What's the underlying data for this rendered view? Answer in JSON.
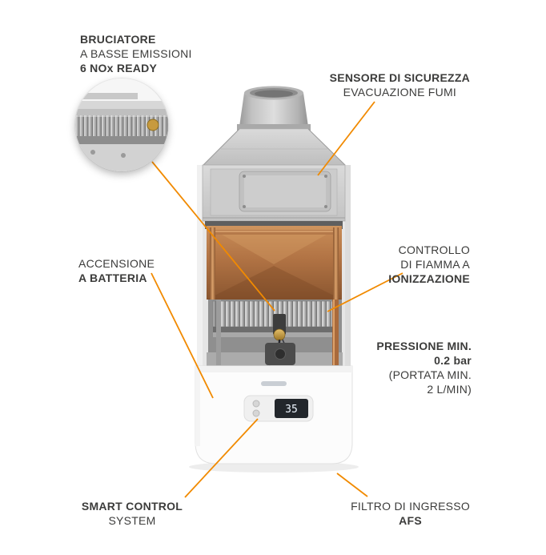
{
  "colors": {
    "accent_line": "#F18A00",
    "label_text": "#3C3C3B",
    "copper": "#B07344",
    "display_bg": "#22262B",
    "display_text": "#EEF6FF",
    "background": "#FFFFFF"
  },
  "callouts": {
    "bruciatore": {
      "line1": "BRUCIATORE",
      "line2": "A BASSE EMISSIONI",
      "line3": "6 NOx READY"
    },
    "sensore_sicurezza": {
      "line1": "SENSORE DI SICUREZZA",
      "line2": "EVACUAZIONE FUMI"
    },
    "accensione": {
      "line1": "ACCENSIONE",
      "line2": "A BATTERIA"
    },
    "controllo_fiamma": {
      "line1": "CONTROLLO",
      "line2": "DI FIAMMA A",
      "line3": "IONIZZAZIONE"
    },
    "pressione": {
      "line1": "PRESSIONE MIN.",
      "line2": "0.2 bar",
      "line3": "(PORTATA MIN.",
      "line4": "2 L/MIN)"
    },
    "smart_control": {
      "line1": "SMART CONTROL",
      "line2": "SYSTEM"
    },
    "filtro_ingresso": {
      "line1": "FILTRO DI INGRESSO",
      "line2": "AFS"
    }
  },
  "display": {
    "temperature": "35"
  }
}
